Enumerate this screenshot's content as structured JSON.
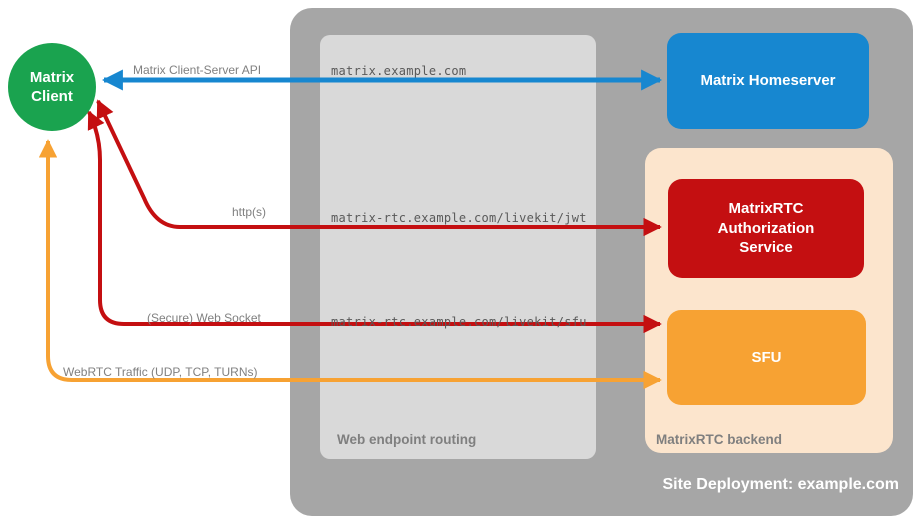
{
  "nodes": {
    "client": {
      "label": "Matrix\nClient"
    },
    "homeserver": {
      "label": "Matrix Homeserver"
    },
    "auth_service": {
      "label": "MatrixRTC\nAuthorization\nService"
    },
    "sfu": {
      "label": "SFU"
    }
  },
  "containers": {
    "web_endpoint_routing": {
      "label": "Web endpoint routing"
    },
    "matrixrtc_backend": {
      "label": "MatrixRTC backend"
    },
    "site_deployment": {
      "label": "Site Deployment: example.com"
    }
  },
  "connections": {
    "client_server_api": {
      "label": "Matrix Client-Server API",
      "route": "matrix.example.com",
      "color": "#1787D0"
    },
    "https": {
      "label": "http(s)",
      "route": "matrix-rtc.example.com/livekit/jwt",
      "color": "#C40F11"
    },
    "websocket": {
      "label": "(Secure) Web Socket",
      "route": "matrix-rtc.example.com/livekit/sfu",
      "color": "#C40F11"
    },
    "webrtc": {
      "label": "WebRTC Traffic (UDP, TCP, TURNs)",
      "color": "#F7A233"
    }
  },
  "colors": {
    "client_green": "#1AA34F",
    "homeserver_blue": "#1787D0",
    "auth_red": "#C40F11",
    "sfu_orange": "#F7A233",
    "backend_peach": "#FCE5CD",
    "deployment_gray": "#A6A6A6",
    "routing_gray": "#D9D9D9"
  }
}
